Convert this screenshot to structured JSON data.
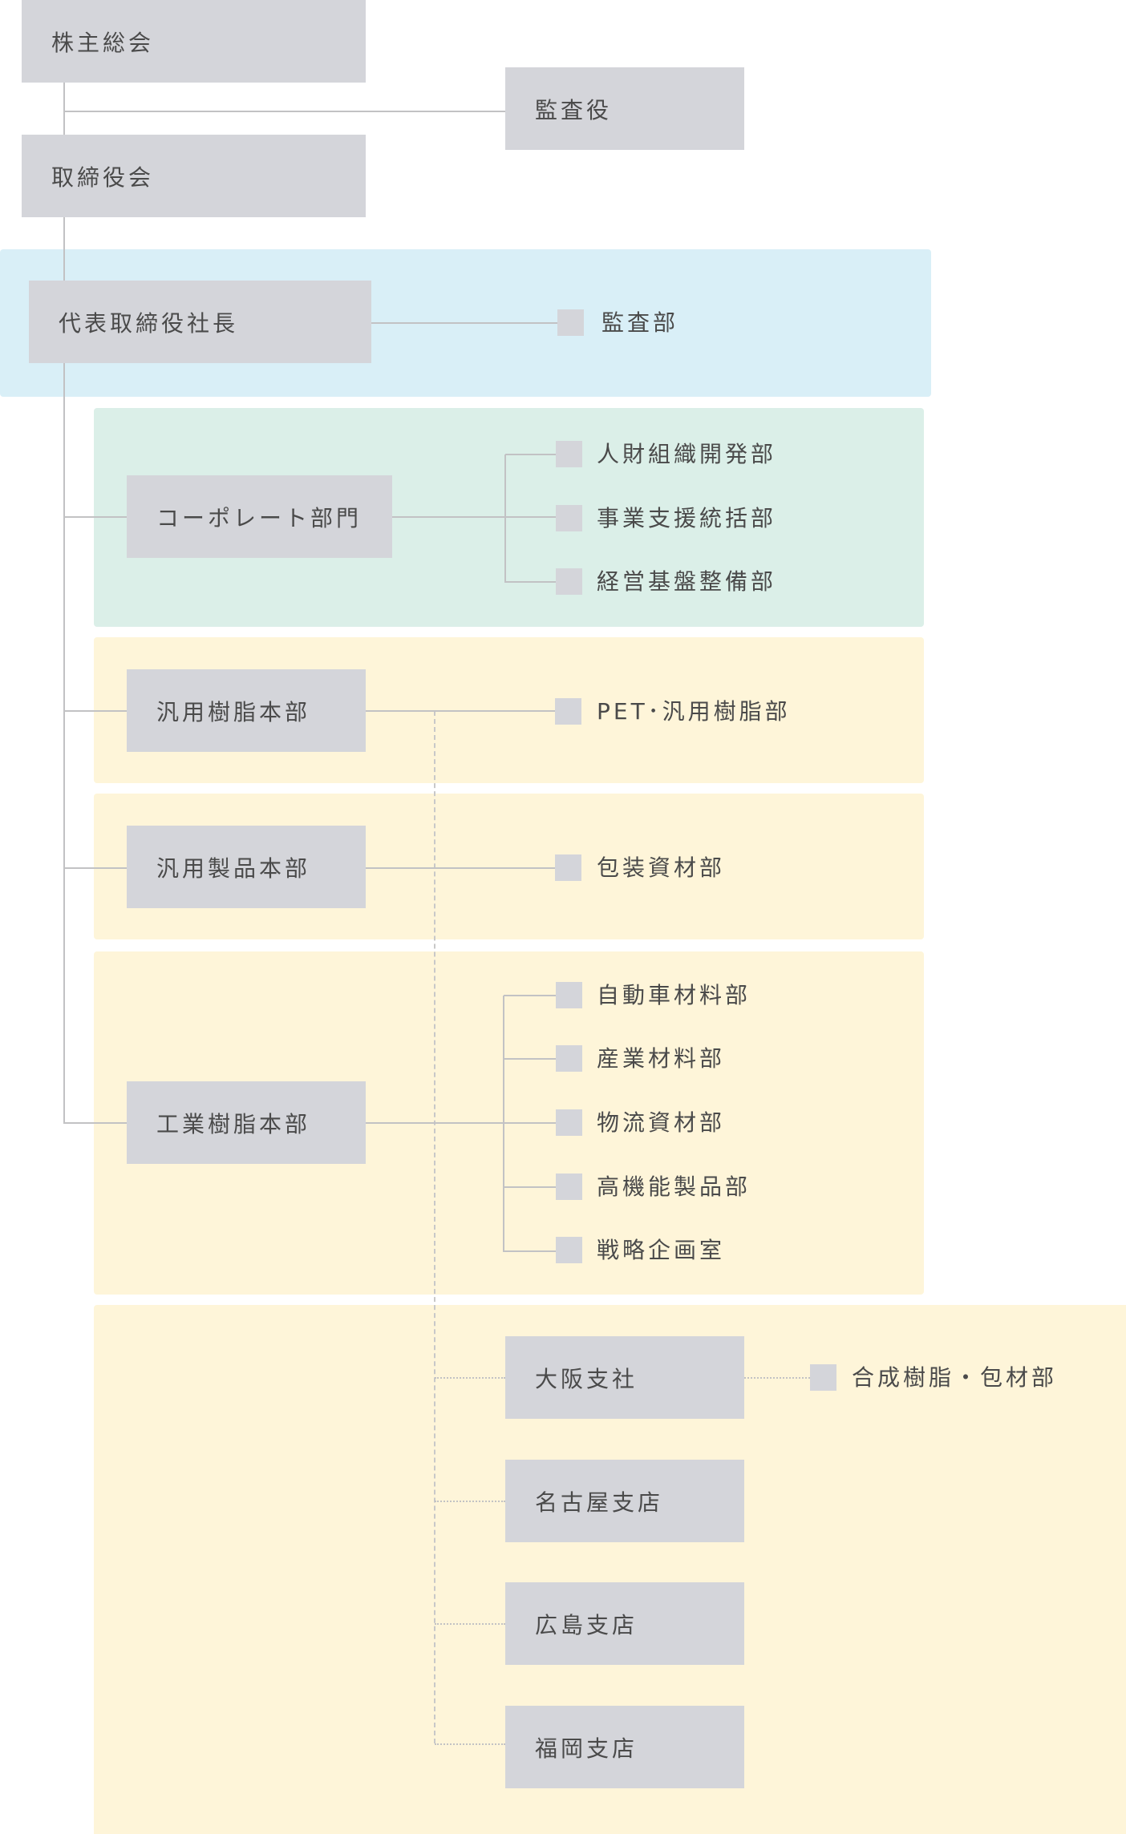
{
  "colors": {
    "box": "#d4d5da",
    "executive_band": "#d9eff7",
    "corporate_band": "#dbefe8",
    "business_band": "#fef5d9",
    "line": "#c2c2c4"
  },
  "top": {
    "shareholders": "株主総会",
    "auditors": "監査役",
    "board": "取締役会"
  },
  "president": {
    "title": "代表取締役社長",
    "audit_dept": "監査部"
  },
  "corporate": {
    "title": "コーポレート部門",
    "depts": [
      "人財組織開発部",
      "事業支援統括部",
      "経営基盤整備部"
    ]
  },
  "general_resin": {
    "title": "汎用樹脂本部",
    "depts": [
      "PET･汎用樹脂部"
    ]
  },
  "general_products": {
    "title": "汎用製品本部",
    "depts": [
      "包装資材部"
    ]
  },
  "industrial_resin": {
    "title": "工業樹脂本部",
    "depts": [
      "自動車材料部",
      "産業材料部",
      "物流資材部",
      "高機能製品部",
      "戦略企画室"
    ]
  },
  "branches": [
    {
      "name": "大阪支社",
      "dept": "合成樹脂・包材部"
    },
    {
      "name": "名古屋支店"
    },
    {
      "name": "広島支店"
    },
    {
      "name": "福岡支店"
    }
  ]
}
